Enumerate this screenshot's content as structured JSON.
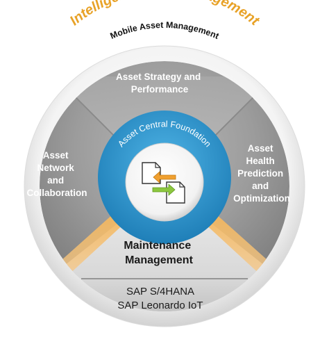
{
  "diagram": {
    "outer_title": "Intelligent Asset Management",
    "outer_subtitle": "Mobile Asset Management",
    "segments": {
      "top": [
        "Asset Strategy and",
        "Performance"
      ],
      "left": [
        "Asset",
        "Network",
        "and",
        "Collaboration"
      ],
      "right": [
        "Asset",
        "Health",
        "Prediction",
        "and",
        "Optimization"
      ],
      "bottom": [
        "Maintenance",
        "Management"
      ]
    },
    "center_ring_label": "Asset Central Foundation",
    "center_icon": "document-sync-icon",
    "base_systems": [
      "SAP S/4HANA",
      "SAP Leonardo IoT"
    ],
    "colors": {
      "title_orange": "#e8a227",
      "ring_blue": "#2b93cc",
      "beam_orange": "#f0a63a"
    }
  }
}
